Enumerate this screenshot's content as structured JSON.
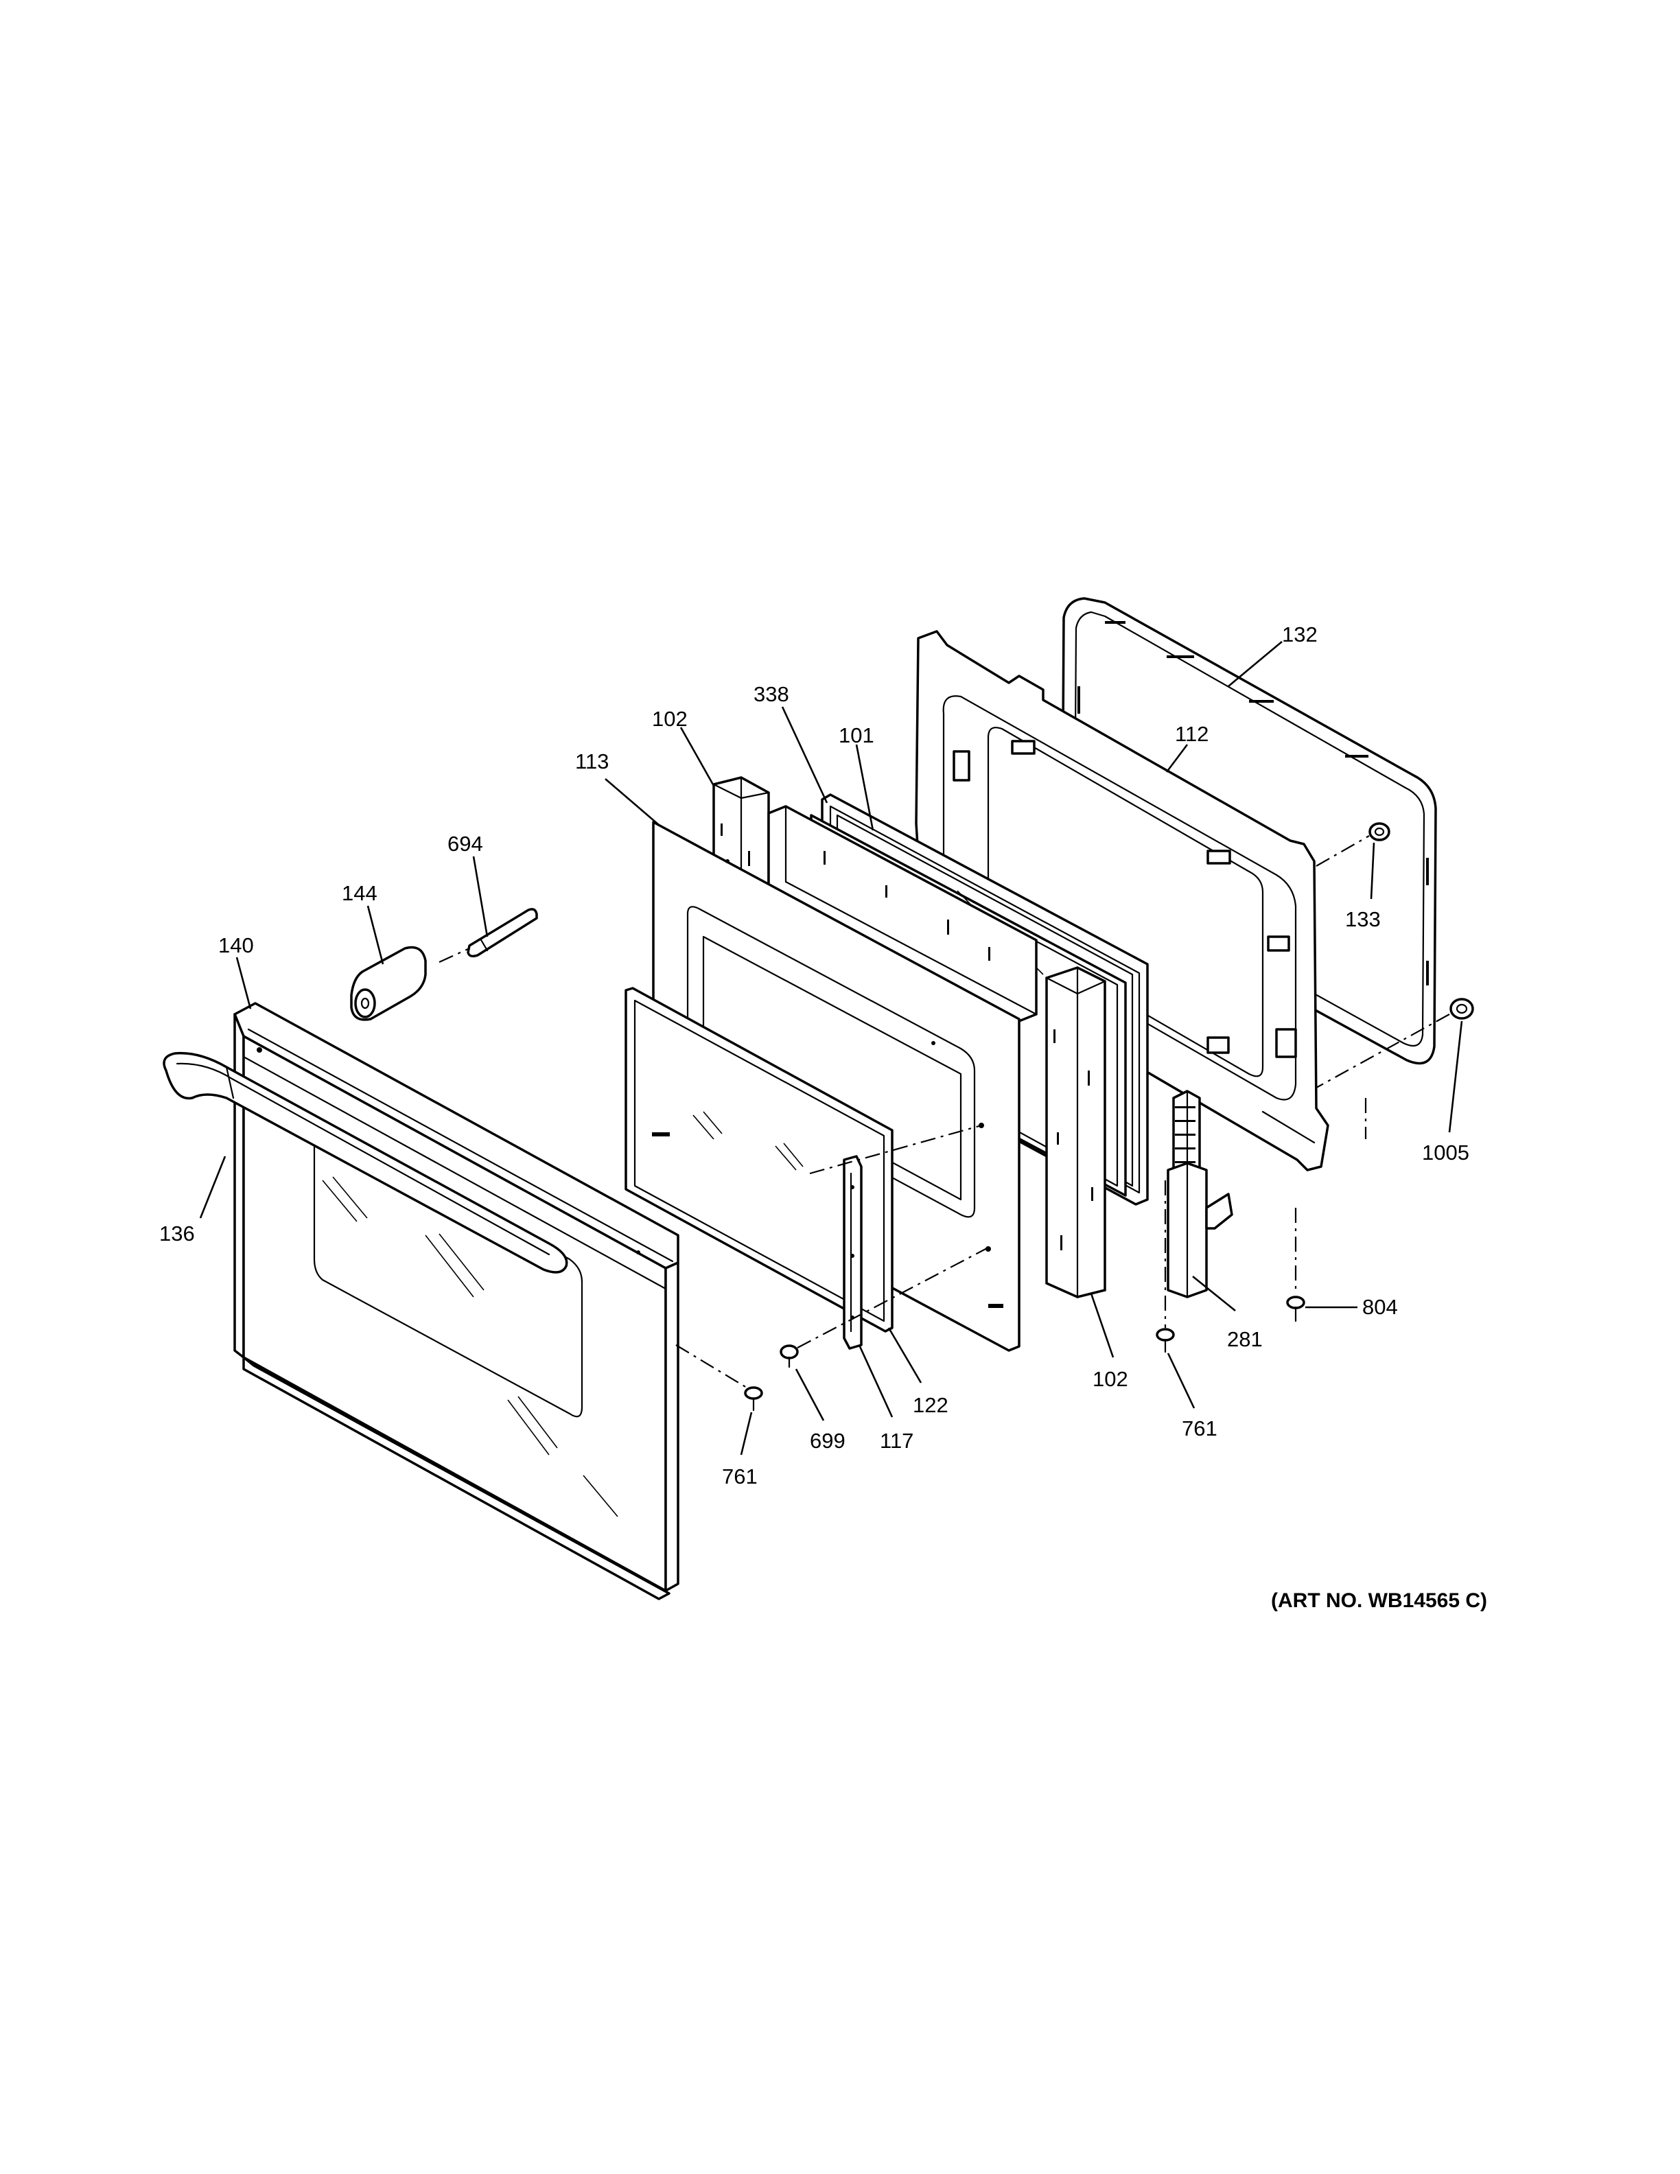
{
  "diagram": {
    "art_number": "(ART NO. WB14565 C)",
    "callouts": [
      {
        "id": "c-132",
        "text": "132"
      },
      {
        "id": "c-112",
        "text": "112"
      },
      {
        "id": "c-133",
        "text": "133"
      },
      {
        "id": "c-338",
        "text": "338"
      },
      {
        "id": "c-101",
        "text": "101"
      },
      {
        "id": "c-102-top",
        "text": "102"
      },
      {
        "id": "c-113",
        "text": "113"
      },
      {
        "id": "c-694",
        "text": "694"
      },
      {
        "id": "c-144",
        "text": "144"
      },
      {
        "id": "c-140",
        "text": "140"
      },
      {
        "id": "c-136",
        "text": "136"
      },
      {
        "id": "c-1005",
        "text": "1005"
      },
      {
        "id": "c-804",
        "text": "804"
      },
      {
        "id": "c-281",
        "text": "281"
      },
      {
        "id": "c-102-bottom",
        "text": "102"
      },
      {
        "id": "c-761-right",
        "text": "761"
      },
      {
        "id": "c-122",
        "text": "122"
      },
      {
        "id": "c-699",
        "text": "699"
      },
      {
        "id": "c-117",
        "text": "117"
      },
      {
        "id": "c-761-left",
        "text": "761"
      }
    ]
  }
}
